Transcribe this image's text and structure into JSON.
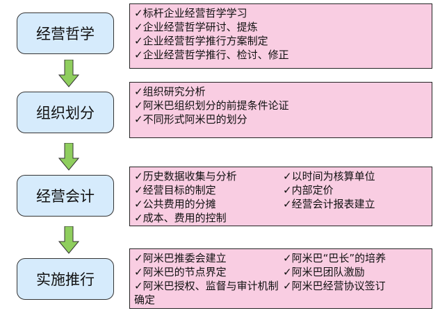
{
  "check_mark": "✓",
  "stages": [
    {
      "title": "经营哲学",
      "items": [
        "标杆企业经营哲学学习",
        "企业经营哲学研讨、提炼",
        "企业经营哲学推行方案制定",
        "企业经营哲学推行、检讨、修正"
      ]
    },
    {
      "title": "组织划分",
      "items": [
        "组织研究分析",
        "阿米巴组织划分的前提条件论证",
        "不同形式阿米巴的划分"
      ]
    },
    {
      "title": "经营会计",
      "left": [
        "历史数据收集与分析",
        "经营目标的制定",
        "公共费用的分摊",
        "成本、费用的控制"
      ],
      "right": [
        "以时间为核算单位",
        "内部定价",
        "经营会计报表建立"
      ]
    },
    {
      "title": "实施推行",
      "left": [
        "阿米巴推委会建立",
        "阿米巴的节点界定",
        "阿米巴授权、监督与审计机制确定"
      ],
      "right": [
        "阿米巴“巴长”的培养",
        "阿米巴团队激励",
        "阿米巴经营协议签订"
      ]
    }
  ],
  "colors": {
    "stage_fill": "#d6ebfc",
    "panel_fill": "#f9cde2",
    "arrow": "#8fce5e"
  }
}
